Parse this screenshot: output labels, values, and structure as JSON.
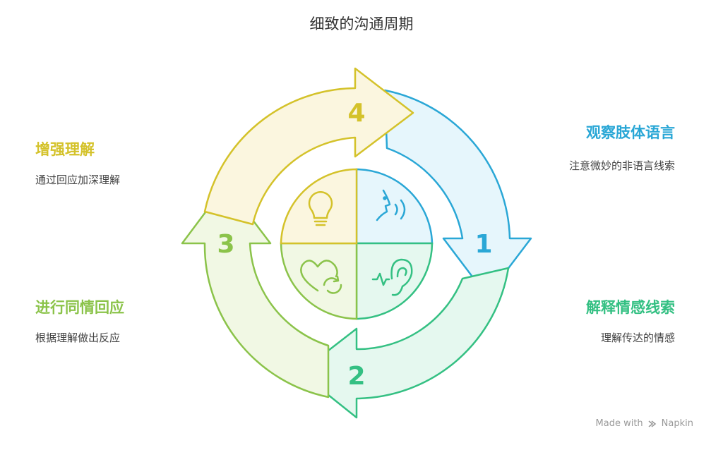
{
  "title": "细致的沟通周期",
  "steps": [
    {
      "number": "1",
      "heading": "观察肢体语言",
      "description": "注意微妙的非语言线索",
      "color": "#2aa7d6",
      "icon": "speaking-head-icon"
    },
    {
      "number": "2",
      "heading": "解释情感线索",
      "description": "理解传达的情感",
      "color": "#34c083",
      "icon": "ear-icon"
    },
    {
      "number": "3",
      "heading": "进行同情回应",
      "description": "根据理解做出反应",
      "color": "#8bc34a",
      "icon": "heart-cycle-icon"
    },
    {
      "number": "4",
      "heading": "增强理解",
      "description": "通过回应加深理解",
      "color": "#d4c22a",
      "icon": "lightbulb-icon"
    }
  ],
  "footer": {
    "made_with": "Made with",
    "brand": "Napkin"
  }
}
